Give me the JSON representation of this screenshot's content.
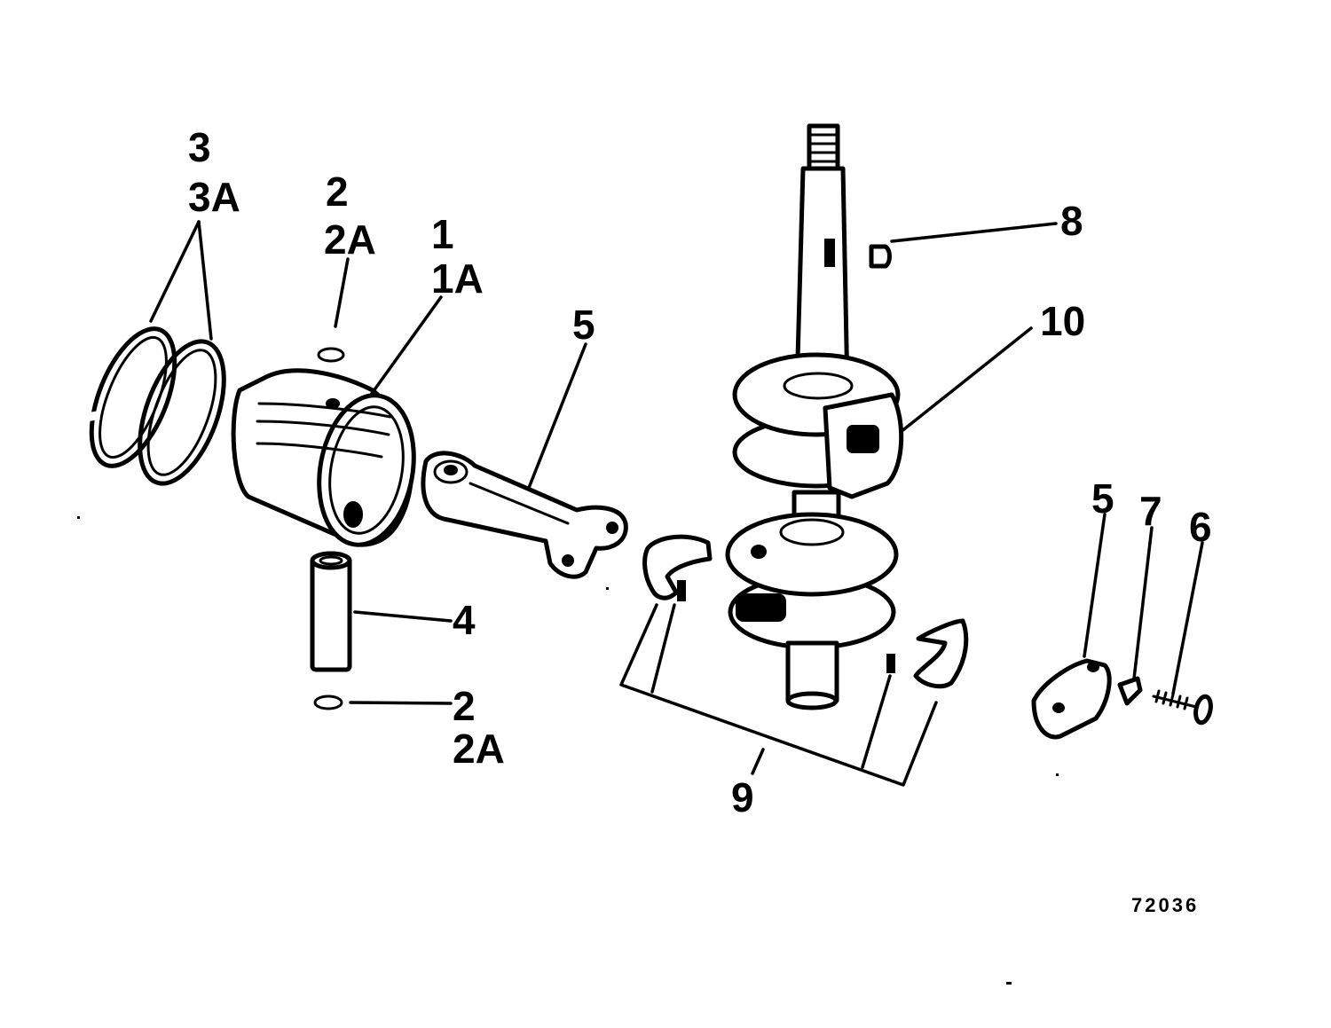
{
  "figure_number": "72036",
  "callouts": {
    "piston_ring_top": "3",
    "piston_ring_bottom": "3A",
    "retaining_ring_upper_top": "2",
    "retaining_ring_upper_bottom": "2A",
    "piston_top": "1",
    "piston_bottom": "1A",
    "connecting_rod": "5",
    "wrist_pin": "4",
    "retaining_ring_lower_top": "2",
    "retaining_ring_lower_bottom": "2A",
    "woodruff_key": "8",
    "crankshaft": "10",
    "bearing_kit": "9",
    "rod_cap": "5",
    "lock_washer": "7",
    "rod_screw": "6"
  }
}
